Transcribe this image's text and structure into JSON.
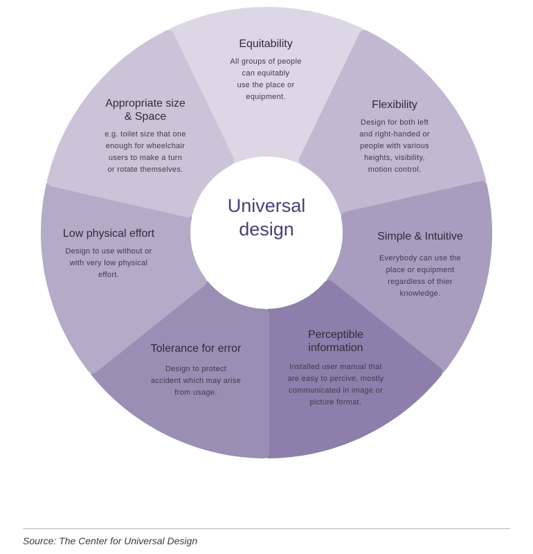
{
  "diagram": {
    "center": {
      "line1": "Universal",
      "line2": "design"
    },
    "segments": [
      {
        "id": "equitability",
        "title": "Equitability",
        "description": "All groups of people\ncan equitably\nuse the place or\nequipment.",
        "color": "#dcd7e4"
      },
      {
        "id": "flexibility",
        "title": "Flexibility",
        "description": "Design for both left\nand right-handed or\npeople with various\nheights, visibility,\nmotion control.",
        "color": "#c1b9d1"
      },
      {
        "id": "simple-intuitive",
        "title": "Simple & Intuitive",
        "description": "Everybody can use the\nplace or equipment\nregardless of thier\nknowledge.",
        "color": "#a89dbf"
      },
      {
        "id": "perceptible-information",
        "title": "Perceptible\ninformation",
        "description": "Installed user manual that\nare easy to percive, mostly\ncommunicated in image or\npicture format.",
        "color": "#8d7eab"
      },
      {
        "id": "tolerance-for-error",
        "title": "Tolerance for error",
        "description": "Design to protect\naccident which may arise\nfrom usage.",
        "color": "#9a8eb5"
      },
      {
        "id": "low-physical-effort",
        "title": "Low physical effort",
        "description": "Design to use without or\nwith very low physical\neffort.",
        "color": "#b4abc8"
      },
      {
        "id": "appropriate-size-space",
        "title": "Appropriate size\n& Space",
        "description": "e.g. toilet size that one\nenough for wheelchair\nusers to make a turn\nor rotate themselves.",
        "color": "#cbc4d8"
      }
    ]
  },
  "source": "Source: The Center for Universal Design"
}
